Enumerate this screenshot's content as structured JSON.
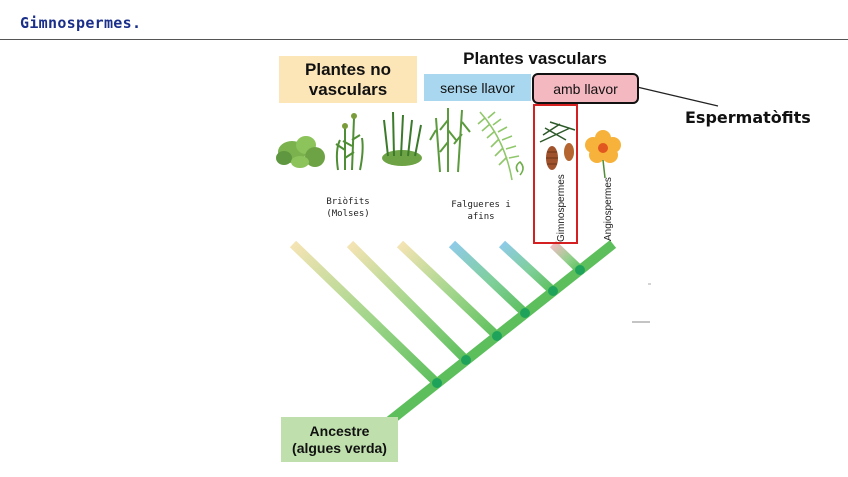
{
  "header": {
    "title": "Gimnospermes."
  },
  "diagram": {
    "non_vascular_box": {
      "line1": "Plantes no",
      "line2": "vasculars"
    },
    "vascular_title": "Plantes vasculars",
    "seedless_box": "sense llavor",
    "seed_box": "amb llavor",
    "spermatophytes_label": "Espermatòfits",
    "bryophytes_label": {
      "line1": "Briòfits",
      "line2": "(Molses)"
    },
    "ferns_label": {
      "line1": "Falgueres i",
      "line2": "afins"
    },
    "gymnosperms_label": "Gimnospermes",
    "angiosperms_label": "Angiospermes",
    "ancestor_box": {
      "line1": "Ancestre",
      "line2": "(algues verda)"
    },
    "colors": {
      "yellow": "#fce6b8",
      "blue": "#a9d7ef",
      "pink": "#f3b8c0",
      "green": "#5cbf5c",
      "node": "#1fa35a",
      "highlight": "#d42020"
    },
    "icons": [
      "liverwort-icon",
      "moss-icon",
      "hornwort-icon",
      "horsetail-icon",
      "fern-icon",
      "pine-cone-icon",
      "flower-icon"
    ]
  }
}
